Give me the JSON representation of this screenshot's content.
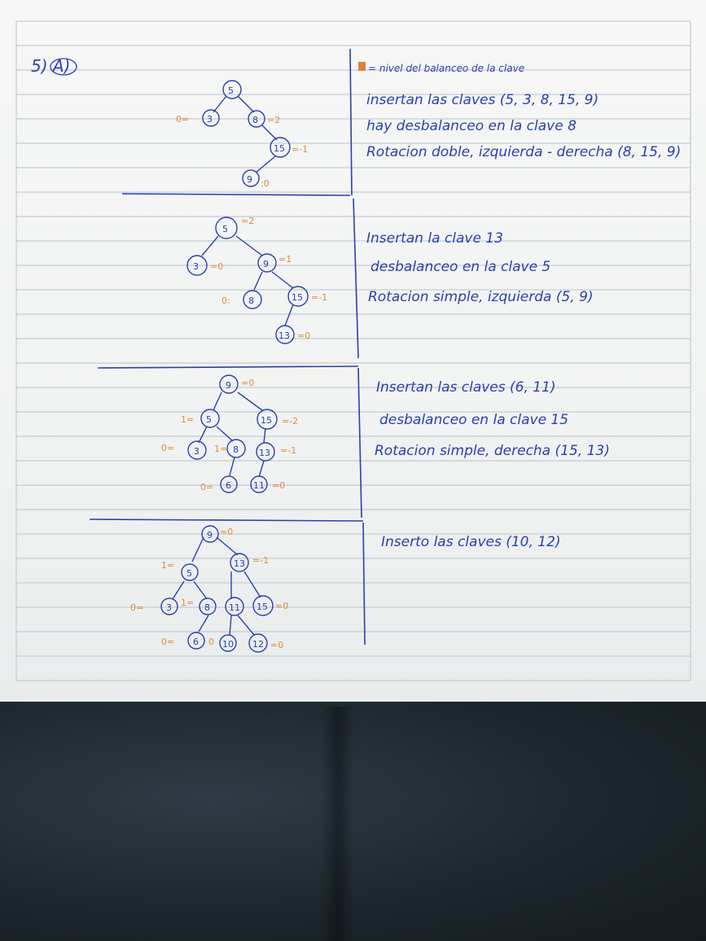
{
  "exercise_label": "5) A)",
  "header_note": "= nivel del balanceo de la clave",
  "sections": [
    {
      "notes": [
        "insertan las claves (5, 3, 8, 15, 9)",
        "hay desbalanceo en la clave 8",
        "Rotacion doble, izquierda - derecha (8, 15, 9)"
      ],
      "nodes": [
        "5",
        "3",
        "8",
        "15",
        "9"
      ],
      "balance_labels": [
        "0=",
        "=2",
        "=-1",
        ":0"
      ]
    },
    {
      "notes": [
        "Insertan la clave 13",
        "desbalanceo en la clave 5",
        "Rotacion simple, izquierda (5, 9)"
      ],
      "nodes": [
        "5",
        "3",
        "9",
        "8",
        "15",
        "13"
      ],
      "balance_labels": [
        "=2",
        "=0",
        "=1",
        "0:",
        "=-1",
        "=0"
      ]
    },
    {
      "notes": [
        "Insertan las claves (6, 11)",
        "desbalanceo en la clave 15",
        "Rotacion simple, derecha (15, 13)"
      ],
      "nodes": [
        "9",
        "5",
        "15",
        "3",
        "8",
        "13",
        "6",
        "11"
      ],
      "balance_labels": [
        "=0",
        "1=",
        "=-2",
        "0=",
        "1=",
        "=-1",
        "0=",
        "=0"
      ]
    },
    {
      "notes": [
        "Inserto las claves (10, 12)"
      ],
      "nodes": [
        "9",
        "5",
        "13",
        "3",
        "8",
        "11",
        "15",
        "6",
        "10",
        "12"
      ],
      "balance_labels": [
        "=0",
        "1=",
        "=-1",
        "0=",
        "1=",
        "=0",
        "0=",
        "0",
        "=0"
      ]
    }
  ]
}
